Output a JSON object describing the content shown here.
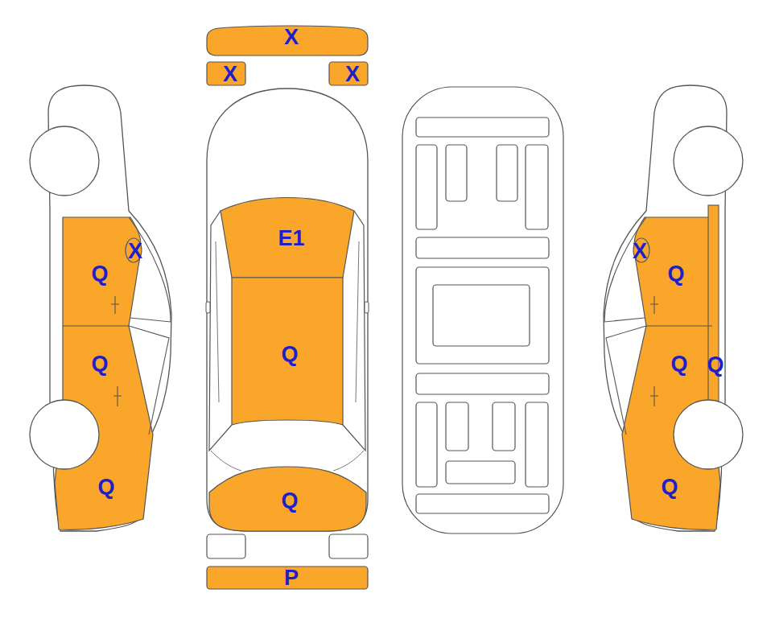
{
  "diagram": {
    "nodes": [
      {
        "text": [
          "X"
        ]
      },
      {
        "text": [
          "X"
        ]
      },
      {
        "text": [
          "X"
        ]
      },
      {
        "text": [
          "E1"
        ]
      },
      {
        "text": [
          "X"
        ]
      },
      {
        "text": [
          "X"
        ]
      },
      {
        "text": [
          "Q"
        ]
      },
      {
        "text": [
          "Q"
        ]
      },
      {
        "text": [
          "Q"
        ]
      },
      {
        "text": [
          "Q"
        ]
      },
      {
        "text": [
          "Q"
        ]
      },
      {
        "text": [
          "Q"
        ]
      },
      {
        "text": [
          "Q"
        ]
      },
      {
        "text": [
          "Q"
        ]
      },
      {
        "text": [
          "Q"
        ]
      },
      {
        "text": [
          "P"
        ]
      }
    ]
  }
}
